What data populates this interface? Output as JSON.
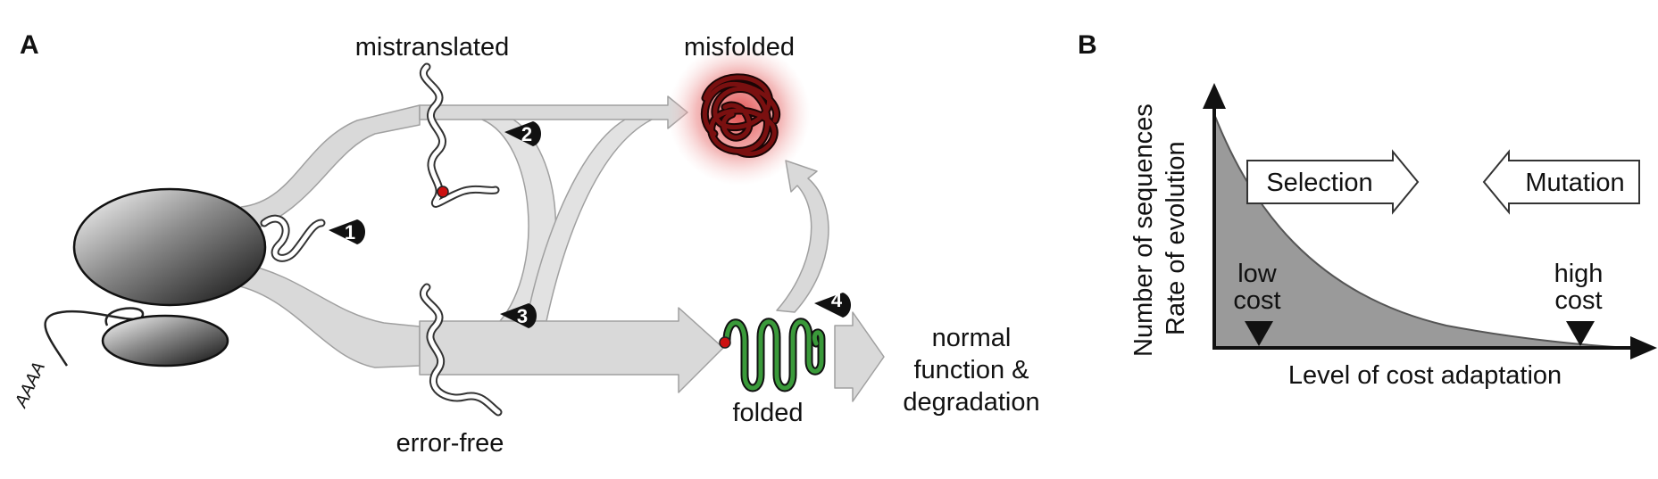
{
  "panel_a": {
    "letter": "A",
    "labels": {
      "mistranslated": "mistranslated",
      "misfolded": "misfolded",
      "error_free": "error-free",
      "folded": "folded",
      "outcome_line1": "normal",
      "outcome_line2": "function &",
      "outcome_line3": "degradation",
      "polya": "AAAA"
    },
    "steps": [
      "1",
      "2",
      "3",
      "4"
    ]
  },
  "panel_b": {
    "letter": "B",
    "ylabel_line1": "Number of sequences",
    "ylabel_line2": "Rate of evolution",
    "xlabel": "Level of cost adaptation",
    "selection": "Selection",
    "mutation": "Mutation",
    "low_line1": "low",
    "low_line2": "cost",
    "high_line1": "high",
    "high_line2": "cost"
  },
  "colors": {
    "flow": "#d9d9d9",
    "flow_stroke": "#9e9e9e",
    "misfolded": "#7a1010",
    "misfolded_glow": "#e05050",
    "folded": "#3a9a3a",
    "error_dot": "#cc1111",
    "curve_fill": "#9a9a9a"
  }
}
